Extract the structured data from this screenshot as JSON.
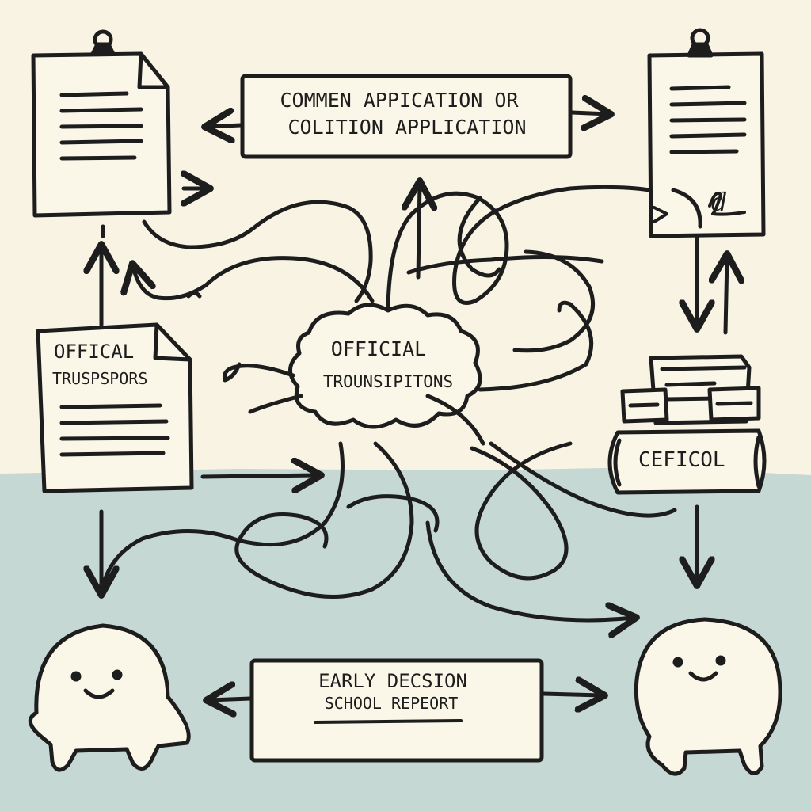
{
  "colors": {
    "background_top": "#f8f3e3",
    "background_bottom": "#c5d8d4",
    "ink": "#1d1d1d",
    "shape_fill": "#faf6e8"
  },
  "nodes": {
    "top_box": {
      "line1": "COMMEN APPICATION OR",
      "line2": "COLITION APPLICATION"
    },
    "left_doc": {
      "line1": "OFFICAL",
      "line2": "TRUSPSPORS"
    },
    "cloud": {
      "line1": "OFFICIAL",
      "line2": "TROUNSIPITONS"
    },
    "right_doc": {
      "mark": "d"
    },
    "book": {
      "label": "CEFICOL"
    },
    "bottom_box": {
      "line1": "EARLY DECSION",
      "line2": "SCHOOL REPEORT"
    }
  },
  "icons": [
    "document-icon",
    "clipboard-document-icon",
    "box-stack-icon",
    "book-icon",
    "smiling-character-icon",
    "cloud-icon"
  ]
}
